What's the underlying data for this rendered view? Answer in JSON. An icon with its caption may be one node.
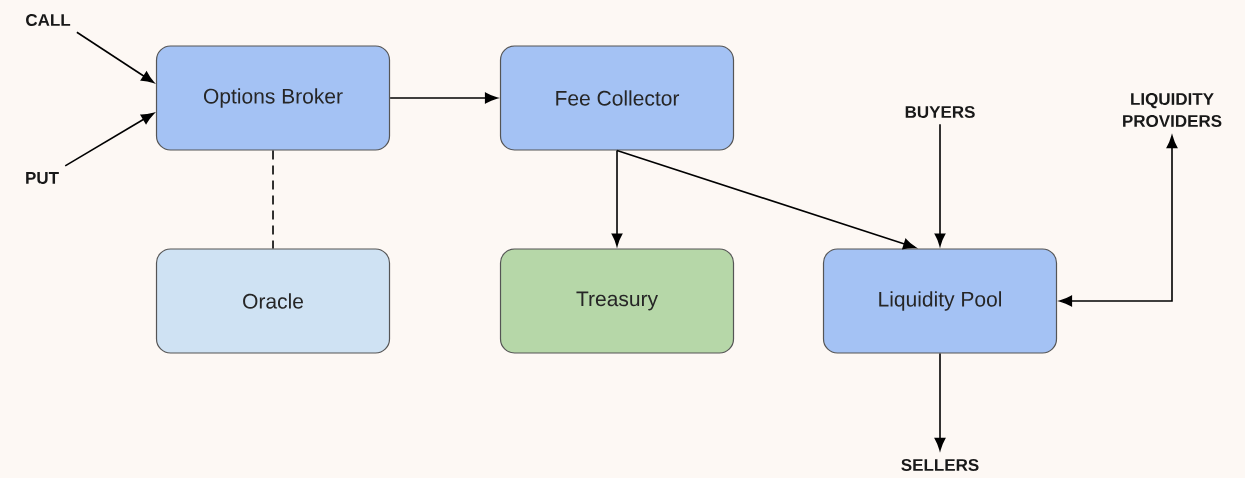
{
  "diagram": {
    "nodes": [
      {
        "text": [
          "CALL"
        ]
      },
      {
        "text": [
          "Options Broker"
        ]
      },
      {
        "text": [
          "Fee Collector"
        ]
      },
      {
        "text": [
          "BUYERS"
        ]
      },
      {
        "text": [
          "LIQUIDITY PROVIDERS"
        ]
      },
      {
        "text": [
          "PUT"
        ]
      },
      {
        "text": [
          "Oracle"
        ]
      },
      {
        "text": [
          "Treasury"
        ]
      },
      {
        "text": [
          "Liquidity Pool"
        ]
      },
      {
        "text": [
          "SELLERS"
        ]
      }
    ],
    "edges": [
      {
        "from": 0,
        "to": 1,
        "arrow": "to"
      },
      {
        "from": 5,
        "to": 1,
        "arrow": "to"
      },
      {
        "from": 1,
        "to": 2,
        "arrow": "to"
      },
      {
        "from": 1,
        "to": 6,
        "arrow": "none",
        "style": "dashed"
      },
      {
        "from": 2,
        "to": 7,
        "arrow": "to"
      },
      {
        "from": 2,
        "to": 8,
        "arrow": "to"
      },
      {
        "from": 3,
        "to": 8,
        "arrow": "to"
      },
      {
        "from": 8,
        "to": 4,
        "arrow": "both"
      },
      {
        "from": 8,
        "to": 9,
        "arrow": "to"
      }
    ]
  }
}
